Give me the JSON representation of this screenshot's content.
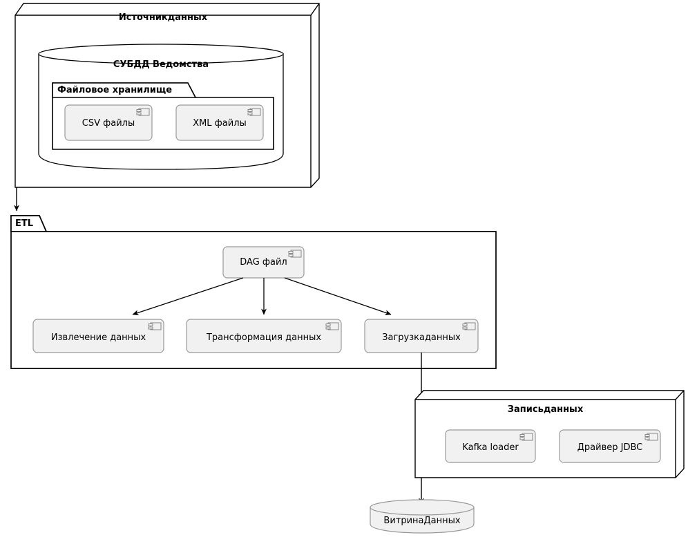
{
  "diagram": {
    "type": "uml-component-diagram",
    "background": "#ffffff",
    "stroke": "#000000",
    "component_fill": "#F1F1F1",
    "component_stroke": "#999999",
    "db_fill": "#F1F1F1"
  },
  "nodes": {
    "source": {
      "title": "Источникданных",
      "database": {
        "title": "СУБДД Ведомства",
        "package": {
          "title": "Файловое хранилище",
          "components": [
            {
              "label": "CSV файлы",
              "icon": "component-icon"
            },
            {
              "label": "XML файлы",
              "icon": "component-icon"
            }
          ]
        }
      }
    },
    "etl": {
      "title": "ETL",
      "components": [
        {
          "label": "DAG файл",
          "icon": "component-icon"
        },
        {
          "label": "Извлечение данных",
          "icon": "component-icon"
        },
        {
          "label": "Трансформация данных",
          "icon": "component-icon"
        },
        {
          "label": "Загрузкаданных",
          "icon": "component-icon"
        }
      ]
    },
    "write": {
      "title": "Записьданных",
      "components": [
        {
          "label": "Kafka loader",
          "icon": "component-icon"
        },
        {
          "label": "Драйвер JDBC",
          "icon": "component-icon"
        }
      ]
    },
    "datamart": {
      "label": "ВитринаДанных",
      "shape": "database-cylinder"
    }
  },
  "edges": [
    {
      "from": "Источникданных",
      "to": "ETL",
      "style": "solid-arrow"
    },
    {
      "from": "DAG файл",
      "to": "Извлечение данных",
      "style": "solid-arrow"
    },
    {
      "from": "DAG файл",
      "to": "Трансформация данных",
      "style": "solid-arrow"
    },
    {
      "from": "DAG файл",
      "to": "Загрузкаданных",
      "style": "solid-arrow"
    },
    {
      "from": "Загрузкаданных",
      "to": "Записьданных",
      "style": "solid-arrow"
    },
    {
      "from": "Записьданных",
      "to": "ВитринаДанных",
      "style": "solid-arrow"
    }
  ]
}
